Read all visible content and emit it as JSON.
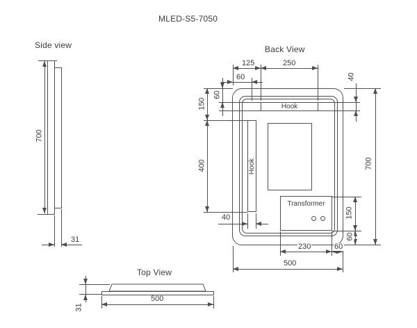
{
  "title": "MLED-S5-7050",
  "line_color": "#4d4d4d",
  "side_view": {
    "label": "Side view",
    "dim_height": "700",
    "dim_depth": "31"
  },
  "back_view": {
    "label": "Back View",
    "hook_top_label": "Hook",
    "hook_side_label": "Hook",
    "transformer_label": "Transformer",
    "dim_hook_offset_x": "125",
    "dim_hook_width": "250",
    "dim_side_hook_offset_x": "60",
    "dim_hook_offset_y": "60",
    "dim_side_hook_offset_y": "150",
    "dim_side_hook_length": "400",
    "dim_side_hook_width": "40",
    "dim_hook_height": "40",
    "dim_height": "700",
    "dim_transformer_height": "150",
    "dim_transformer_bottom_gap": "60",
    "dim_transformer_width": "230",
    "dim_transformer_right_gap": "60",
    "dim_width": "500"
  },
  "top_view": {
    "label": "Top View",
    "dim_width": "500",
    "dim_depth": "31"
  }
}
